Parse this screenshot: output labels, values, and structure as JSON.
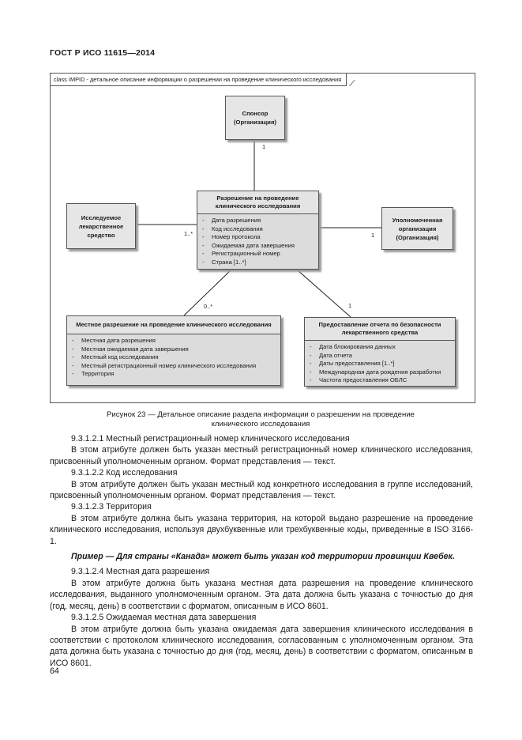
{
  "header": {
    "standard": "ГОСТ Р ИСО 11615—2014"
  },
  "diagram": {
    "frame_title": "class IMPID - детальное описание информации о разрешении на проведение клинического исследования",
    "sponsor": {
      "line1": "Спонсор",
      "line2": "(Организация)"
    },
    "authorization": {
      "title_line1": "Разрешение на проведение",
      "title_line2": "клинического исследования",
      "attributes": [
        "Дата разрешения",
        "Код исследования",
        "Номер протокола",
        "Ожидаемая дата завершения",
        "Регистрационный номер",
        "Страна [1..*]"
      ]
    },
    "investigational_product": {
      "line1": "Исследуемое",
      "line2": "лекарственное",
      "line3": "средство"
    },
    "authorized_org": {
      "line1": "Уполномоченная",
      "line2": "организация",
      "line3": "(Организация)"
    },
    "local_authorization": {
      "title": "Местное разрешение на проведение клинического исследования",
      "attributes": [
        "Местная дата разрешения",
        "Местная ожидаемая дата завершения",
        "Местный код исследования",
        "Местный регистрационный номер клинического исследования",
        "Территория"
      ]
    },
    "safety_report": {
      "title_line1": "Предоставление отчета по безопасности",
      "title_line2": "лекарственного средства",
      "attributes": [
        "Дата блокирования данных",
        "Дата отчета",
        "Даты предоставления [1..*]",
        "Международная дата рождения разработки",
        "Частота предоставления ОБЛС"
      ]
    },
    "multiplicities": {
      "sponsor": "1",
      "product": "1..*",
      "org": "1",
      "local": "0..*",
      "safety": "1"
    },
    "bullet": "-"
  },
  "caption": {
    "line1": "Рисунок 23 — Детальное описание раздела информации о разрешении на проведение",
    "line2": "клинического исследования"
  },
  "sections": [
    {
      "heading": "9.3.1.2.1 Местный регистрационный номер клинического исследования",
      "text": "В этом атрибуте должен быть указан местный регистрационный номер клинического исследования, присвоенный уполномоченным органом. Формат представления — текст."
    },
    {
      "heading": "9.3.1.2.2 Код исследования",
      "text": "В этом атрибуте должен быть указан местный код конкретного исследования в группе исследований, присвоенный уполномоченным органом. Формат представления — текст."
    },
    {
      "heading": "9.3.1.2.3 Территория",
      "text": "В этом атрибуте должна быть указана территория, на которой выдано разрешение на проведение клинического исследования, используя двухбуквенные или трехбуквенные коды, приведенные в ISO 3166-1."
    }
  ],
  "example": "Пример — Для страны «Канада» может быть указан код территории провинции Квебек.",
  "sections2": [
    {
      "heading": "9.3.1.2.4 Местная дата разрешения",
      "text": "В этом атрибуте должна быть указана местная дата разрешения на проведение клинического исследования, выданного уполномоченным органом. Эта дата должна быть указана с точностью до дня (год, месяц, день) в соответствии с форматом, описанным в ИСО 8601."
    },
    {
      "heading": "9.3.1.2.5 Ожидаемая местная дата завершения",
      "text": "В этом атрибуте должна быть указана ожидаемая дата завершения клинического исследования в соответствии с протоколом клинического исследования, согласованным с уполномоченным органом. Эта дата должна быть указана с точностью до дня (год, месяц, день) в соответствии с форматом, описанным в ИСО 8601."
    }
  ],
  "page_number": "64"
}
